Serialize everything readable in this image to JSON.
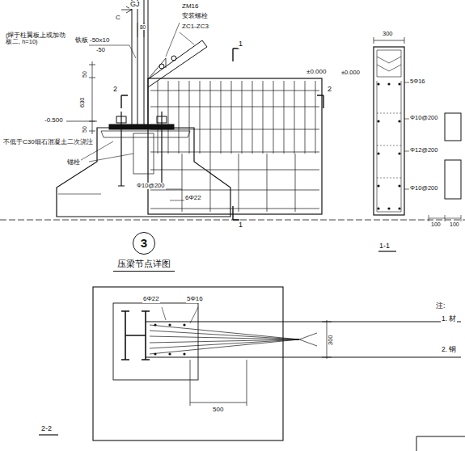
{
  "diagram": {
    "nodes": [
      {
        "text": [
          "3",
          "压梁节点详图"
        ]
      }
    ],
    "labels": [
      "GJ",
      "C",
      "80",
      "ZM16",
      "安装螺栓",
      "ZC1-ZC3",
      "(焊于柱翼板上或加劲板二, h=10)",
      "-50x10",
      "铁板",
      "-50",
      "±0.000",
      "1",
      "2",
      "2",
      "630",
      "50",
      "-0.500",
      "50",
      "不低于C30细石混凝土二次浇注",
      "锚栓",
      "Φ10@200",
      "6Φ22",
      "1",
      "300",
      "±0.000",
      "5Φ16",
      "Φ10@200",
      "Φ12@200",
      "Φ10@200",
      "100",
      "100",
      "1-1",
      "6Φ22",
      "5Φ16",
      "300",
      "500",
      "2-2",
      "注:",
      "1. 材",
      "2. 钢"
    ]
  }
}
